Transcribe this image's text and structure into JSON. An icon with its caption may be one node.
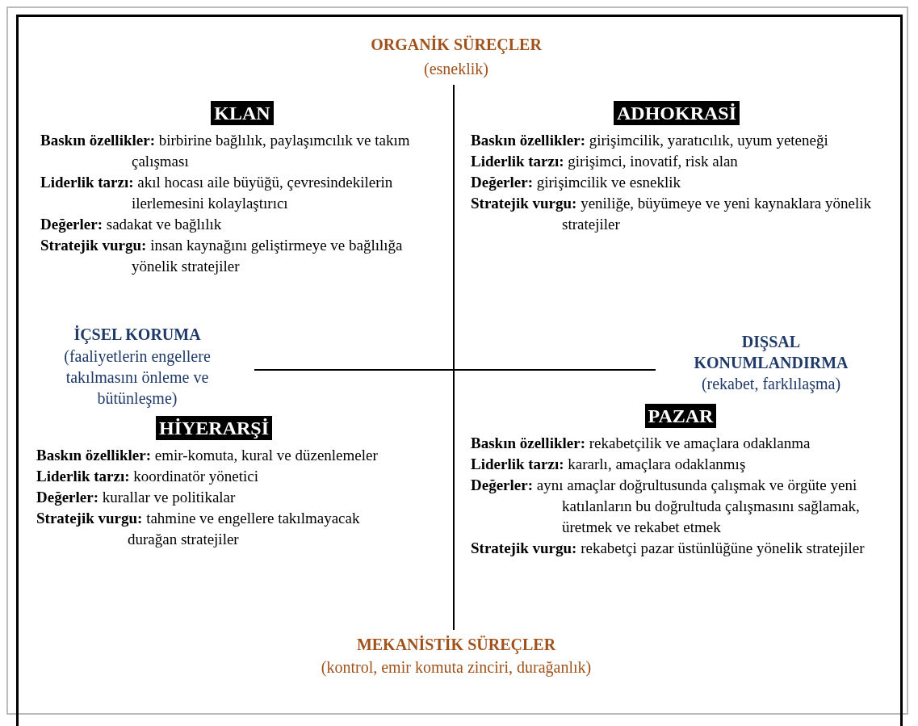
{
  "diagram": {
    "nodes": [
      {
        "text": [
          "KLAN",
          "**Baskın özellikler:** birbirine bağlılık, paylaşımcılık ve takım çalışması",
          "**Liderlik tarzı:** akıl hocası aile büyüğü, çevresindekilerin ilerlemesini kolaylaştırıcı",
          "**Değerler:** sadakat ve bağlılık",
          "**Stratejik vurgu:** insan kaynağını geliştirmeye ve bağlılığa yönelik stratejiler"
        ]
      },
      {
        "text": [
          "ADHOKRASİ",
          "**Baskın özellikler:** girişimcilik, yaratıcılık, uyum yeteneği",
          "**Liderlik tarzı:** girişimci, inovatif, risk alan",
          "**Değerler:** girişimcilik ve esneklik",
          "**Stratejik vurgu:** yeniliğe, büyümeye ve yeni kaynaklara yönelik stratejiler"
        ]
      },
      {
        "text": [
          "HİYERARŞİ",
          "**Baskın özellikler:** emir-komuta, kural ve düzenlemeler",
          "**Liderlik tarzı:** koordinatör yönetici",
          "**Değerler:** kurallar ve politikalar",
          "**Stratejik vurgu:** tahmine ve engellere takılmayacak durağan stratejiler"
        ]
      },
      {
        "text": [
          "PAZAR",
          "**Baskın özellikler:** rekabetçilik ve amaçlara odaklanma",
          "**Liderlik tarzı:** kararlı, amaçlara odaklanmış",
          "**Değerler:** aynı amaçlar doğrultusunda çalışmak ve örgüte yeni katılanların bu doğrultuda çalışmasını sağlamak, üretmek ve rekabet etmek",
          "**Stratejik vurgu:** rekabetçi pazar üstünlüğüne yönelik stratejiler"
        ]
      }
    ],
    "labels": [
      "ORGANİK SÜREÇLER",
      "(esneklik)",
      "İÇSEL KORUMA",
      "(faaliyetlerin engellere takılmasını önleme ve bütünleşme)",
      "DIŞSAL KONUMLANDIRMA",
      "(rekabet, farklılaşma)",
      "MEKANİSTİK SÜREÇLER",
      "(kontrol, emir komuta zinciri, durağanlık)"
    ]
  }
}
